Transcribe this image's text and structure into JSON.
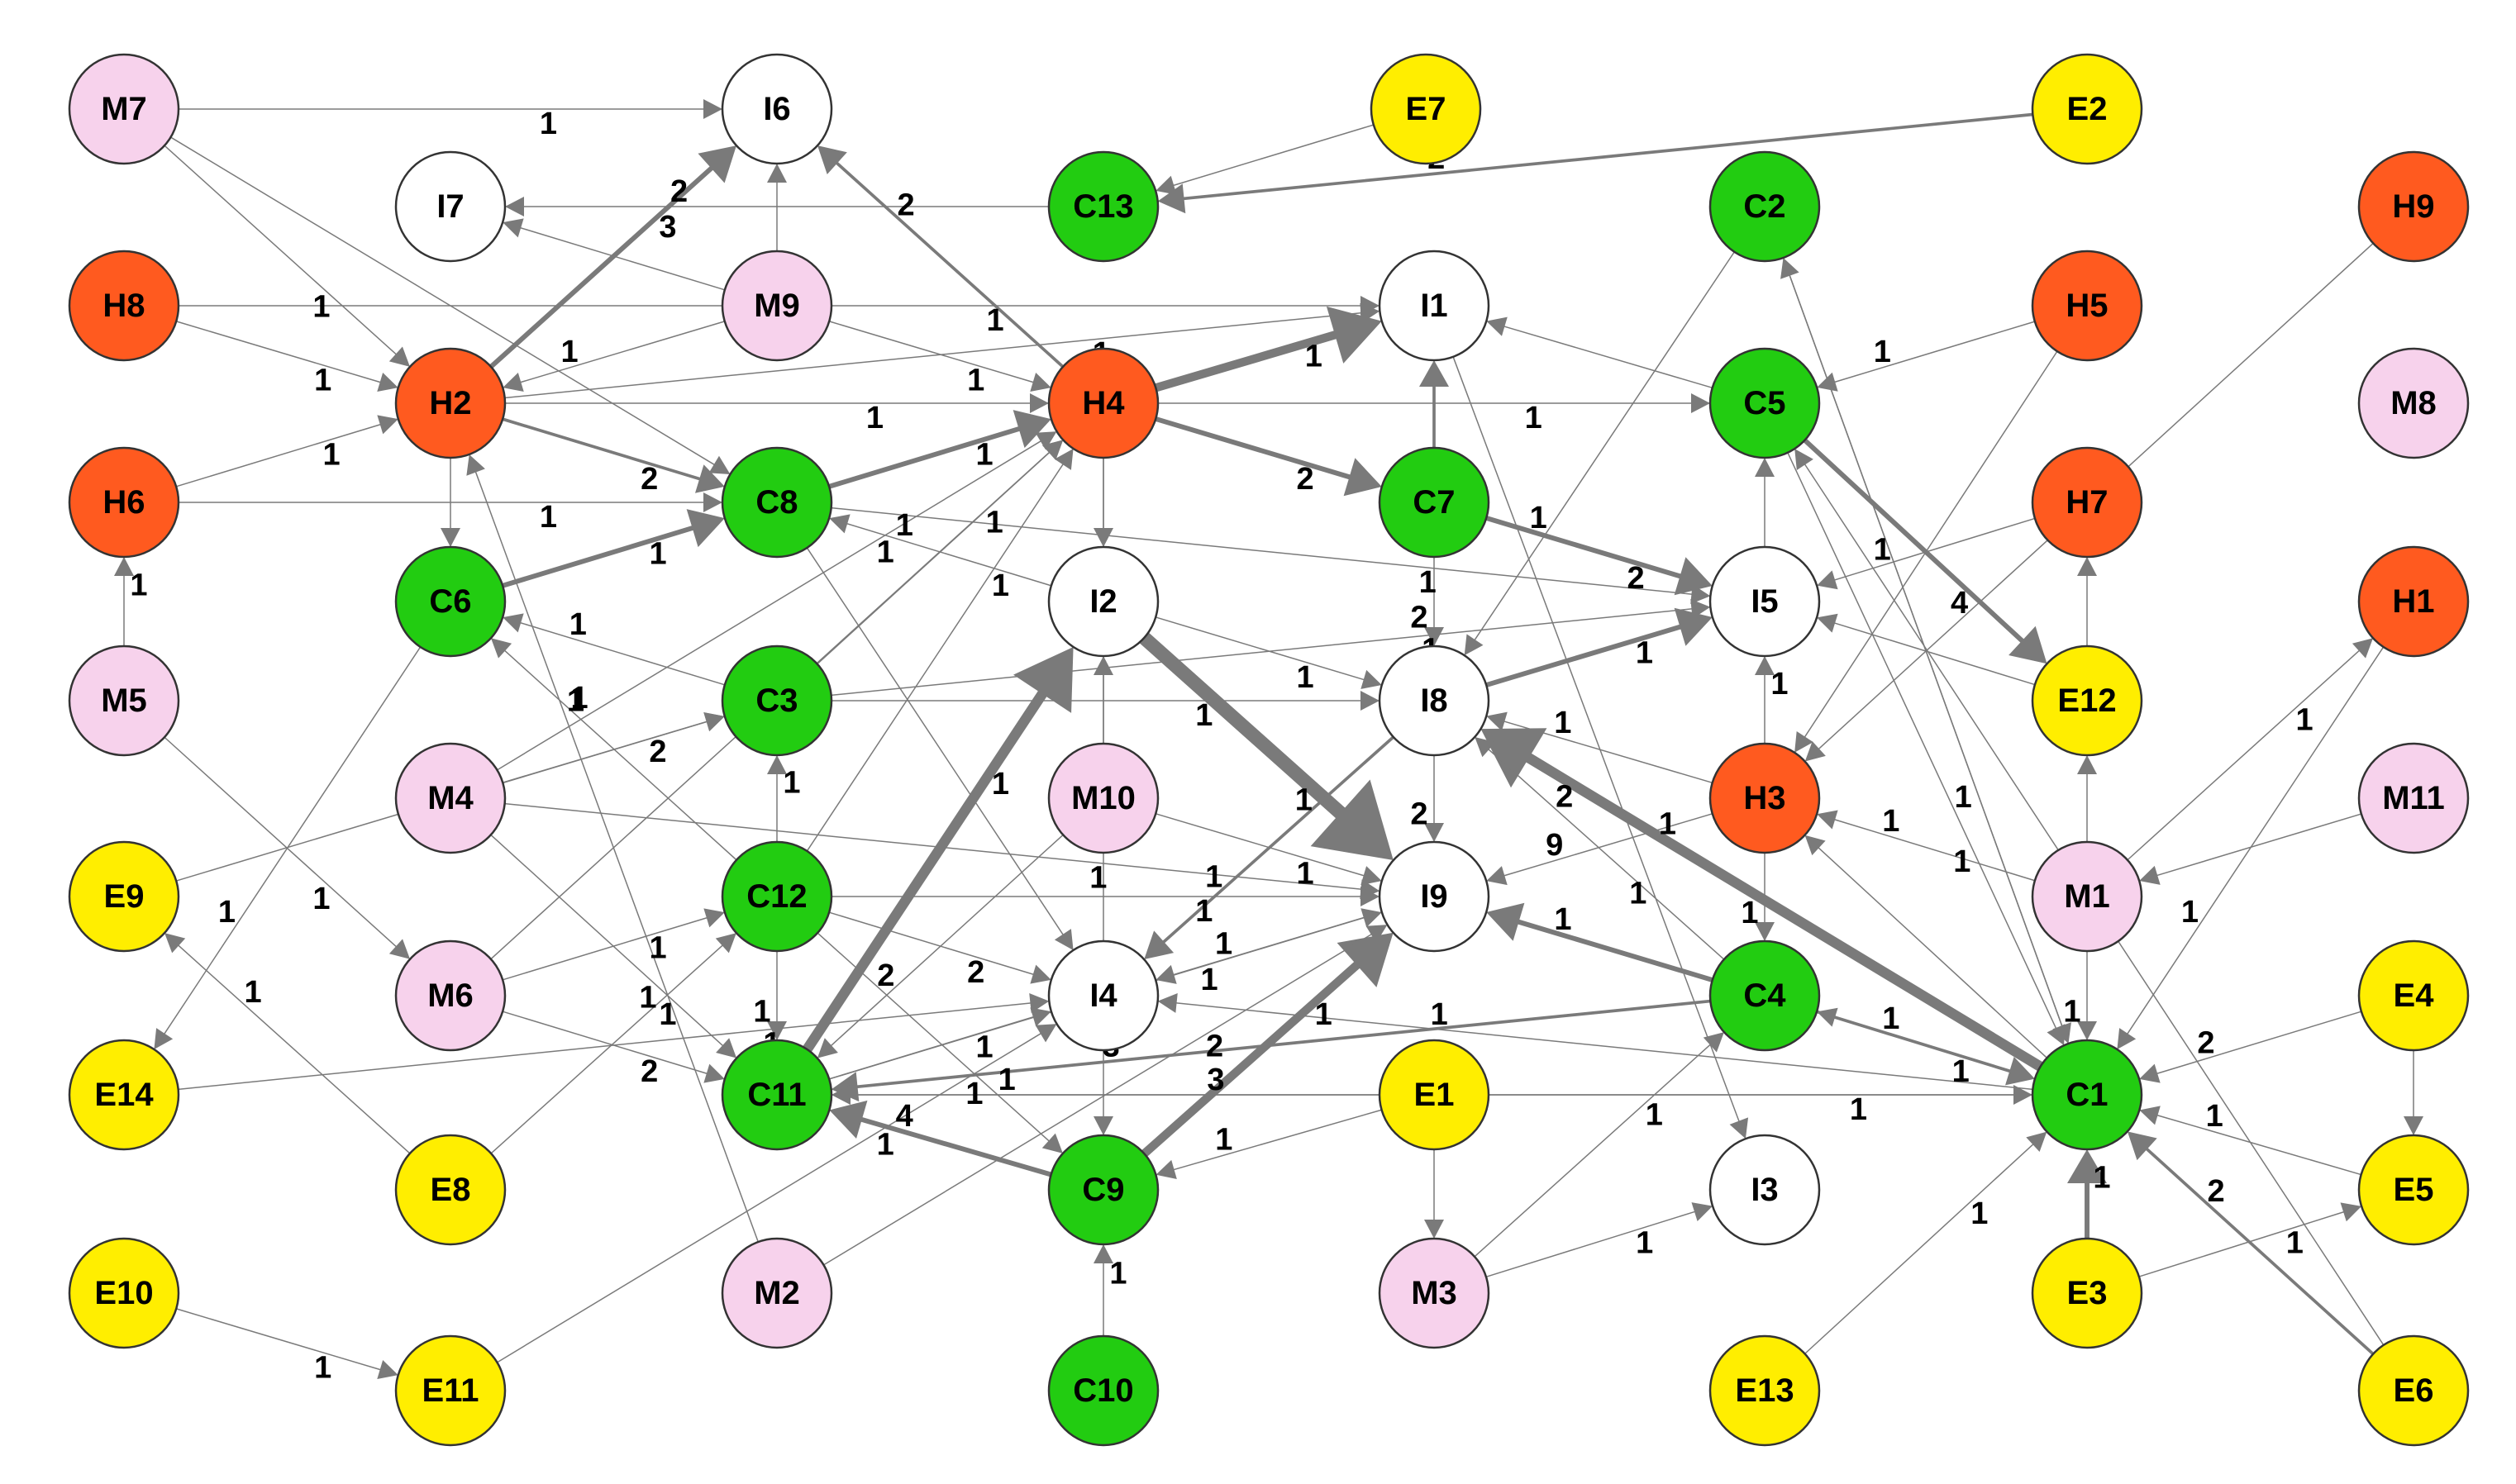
{
  "colors": {
    "C": "#22cc11",
    "H": "#ff5a1f",
    "E": "#ffee00",
    "M": "#f7d2ec",
    "I": "#ffffff",
    "edge": "#7a7a7a",
    "node_stroke": "#333333"
  },
  "nodes": [
    {
      "id": "M7",
      "group": "M"
    },
    {
      "id": "I6",
      "group": "I"
    },
    {
      "id": "E7",
      "group": "E"
    },
    {
      "id": "E2",
      "group": "E"
    },
    {
      "id": "I7",
      "group": "I"
    },
    {
      "id": "C13",
      "group": "C"
    },
    {
      "id": "C2",
      "group": "C"
    },
    {
      "id": "H9",
      "group": "H"
    },
    {
      "id": "H8",
      "group": "H"
    },
    {
      "id": "M9",
      "group": "M"
    },
    {
      "id": "I1",
      "group": "I"
    },
    {
      "id": "H5",
      "group": "H"
    },
    {
      "id": "H2",
      "group": "H"
    },
    {
      "id": "H4",
      "group": "H"
    },
    {
      "id": "C5",
      "group": "C"
    },
    {
      "id": "M8",
      "group": "M"
    },
    {
      "id": "H6",
      "group": "H"
    },
    {
      "id": "C8",
      "group": "C"
    },
    {
      "id": "C7",
      "group": "C"
    },
    {
      "id": "H7",
      "group": "H"
    },
    {
      "id": "C6",
      "group": "C"
    },
    {
      "id": "I2",
      "group": "I"
    },
    {
      "id": "I5",
      "group": "I"
    },
    {
      "id": "H1",
      "group": "H"
    },
    {
      "id": "M5",
      "group": "M"
    },
    {
      "id": "C3",
      "group": "C"
    },
    {
      "id": "I8",
      "group": "I"
    },
    {
      "id": "E12",
      "group": "E"
    },
    {
      "id": "M4",
      "group": "M"
    },
    {
      "id": "M10",
      "group": "M"
    },
    {
      "id": "H3",
      "group": "H"
    },
    {
      "id": "M11",
      "group": "M"
    },
    {
      "id": "E9",
      "group": "E"
    },
    {
      "id": "C12",
      "group": "C"
    },
    {
      "id": "I9",
      "group": "I"
    },
    {
      "id": "M1",
      "group": "M"
    },
    {
      "id": "M6",
      "group": "M"
    },
    {
      "id": "I4",
      "group": "I"
    },
    {
      "id": "C4",
      "group": "C"
    },
    {
      "id": "E4",
      "group": "E"
    },
    {
      "id": "E14",
      "group": "E"
    },
    {
      "id": "C11",
      "group": "C"
    },
    {
      "id": "E1",
      "group": "E"
    },
    {
      "id": "C1",
      "group": "C"
    },
    {
      "id": "E8",
      "group": "E"
    },
    {
      "id": "C9",
      "group": "C"
    },
    {
      "id": "I3",
      "group": "I"
    },
    {
      "id": "E5",
      "group": "E"
    },
    {
      "id": "E10",
      "group": "E"
    },
    {
      "id": "M2",
      "group": "M"
    },
    {
      "id": "M3",
      "group": "M"
    },
    {
      "id": "E3",
      "group": "E"
    },
    {
      "id": "E11",
      "group": "E"
    },
    {
      "id": "C10",
      "group": "C"
    },
    {
      "id": "E13",
      "group": "E"
    },
    {
      "id": "E6",
      "group": "E"
    }
  ],
  "edges": [
    {
      "from": "M7",
      "to": "I6",
      "weight": 1,
      "label": "1"
    },
    {
      "from": "M7",
      "to": "H2",
      "weight": 1,
      "label": "1"
    },
    {
      "from": "M7",
      "to": "C8",
      "weight": 1,
      "label": ""
    },
    {
      "from": "E7",
      "to": "C13",
      "weight": 1,
      "label": ""
    },
    {
      "from": "E2",
      "to": "C13",
      "weight": 2,
      "label": "2"
    },
    {
      "from": "C13",
      "to": "I7",
      "weight": 1,
      "label": "2"
    },
    {
      "from": "H2",
      "to": "I6",
      "weight": 3,
      "label": "3"
    },
    {
      "from": "H4",
      "to": "I6",
      "weight": 2,
      "label": "2"
    },
    {
      "from": "M9",
      "to": "I6",
      "weight": 1,
      "label": ""
    },
    {
      "from": "M9",
      "to": "I7",
      "weight": 1,
      "label": ""
    },
    {
      "from": "H8",
      "to": "H2",
      "weight": 1,
      "label": "1"
    },
    {
      "from": "H8",
      "to": "I1",
      "weight": 1,
      "label": "1"
    },
    {
      "from": "M9",
      "to": "H2",
      "weight": 1,
      "label": "1"
    },
    {
      "from": "M9",
      "to": "H4",
      "weight": 1,
      "label": "1"
    },
    {
      "from": "H2",
      "to": "I1",
      "weight": 1,
      "label": "1"
    },
    {
      "from": "H2",
      "to": "H4",
      "weight": 1,
      "label": "1"
    },
    {
      "from": "H2",
      "to": "C8",
      "weight": 2,
      "label": "2"
    },
    {
      "from": "H2",
      "to": "C6",
      "weight": 1,
      "label": ""
    },
    {
      "from": "H6",
      "to": "H2",
      "weight": 1,
      "label": "1"
    },
    {
      "from": "H6",
      "to": "C8",
      "weight": 1,
      "label": "1"
    },
    {
      "from": "M5",
      "to": "H6",
      "weight": 1,
      "label": "1"
    },
    {
      "from": "M5",
      "to": "M6",
      "weight": 1,
      "label": "1"
    },
    {
      "from": "H4",
      "to": "I1",
      "weight": 5,
      "label": "1"
    },
    {
      "from": "H4",
      "to": "C5",
      "weight": 1,
      "label": "1"
    },
    {
      "from": "H4",
      "to": "C7",
      "weight": 3,
      "label": "2"
    },
    {
      "from": "H4",
      "to": "I2",
      "weight": 1,
      "label": ""
    },
    {
      "from": "C8",
      "to": "H4",
      "weight": 3,
      "label": "1"
    },
    {
      "from": "C6",
      "to": "C8",
      "weight": 3,
      "label": "1"
    },
    {
      "from": "C8",
      "to": "I5",
      "weight": 1,
      "label": "1"
    },
    {
      "from": "C8",
      "to": "I4",
      "weight": 1,
      "label": ""
    },
    {
      "from": "I2",
      "to": "C8",
      "weight": 1,
      "label": "1"
    },
    {
      "from": "I2",
      "to": "I8",
      "weight": 1,
      "label": "1"
    },
    {
      "from": "I2",
      "to": "I9",
      "weight": 8,
      "label": "1"
    },
    {
      "from": "C7",
      "to": "I1",
      "weight": 2,
      "label": ""
    },
    {
      "from": "C7",
      "to": "I5",
      "weight": 3,
      "label": "2"
    },
    {
      "from": "C7",
      "to": "I8",
      "weight": 1,
      "label": "2"
    },
    {
      "from": "C2",
      "to": "I8",
      "weight": 1,
      "label": "1"
    },
    {
      "from": "C2",
      "to": "C1",
      "weight": 1,
      "label": "1"
    },
    {
      "from": "H5",
      "to": "C5",
      "weight": 1,
      "label": "1"
    },
    {
      "from": "H5",
      "to": "H3",
      "weight": 1,
      "label": ""
    },
    {
      "from": "H9",
      "to": "H3",
      "weight": 1,
      "label": ""
    },
    {
      "from": "C5",
      "to": "E12",
      "weight": 3,
      "label": "4"
    },
    {
      "from": "C5",
      "to": "I1",
      "weight": 1,
      "label": ""
    },
    {
      "from": "C5",
      "to": "C1",
      "weight": 1,
      "label": "1"
    },
    {
      "from": "I5",
      "to": "C5",
      "weight": 1,
      "label": ""
    },
    {
      "from": "H7",
      "to": "I5",
      "weight": 1,
      "label": "1"
    },
    {
      "from": "E12",
      "to": "H7",
      "weight": 1,
      "label": ""
    },
    {
      "from": "E12",
      "to": "I5",
      "weight": 1,
      "label": ""
    },
    {
      "from": "M1",
      "to": "E12",
      "weight": 1,
      "label": ""
    },
    {
      "from": "M1",
      "to": "H1",
      "weight": 1,
      "label": "1"
    },
    {
      "from": "M11",
      "to": "M1",
      "weight": 1,
      "label": ""
    },
    {
      "from": "M1",
      "to": "H3",
      "weight": 1,
      "label": "1"
    },
    {
      "from": "M1",
      "to": "C1",
      "weight": 1,
      "label": "1"
    },
    {
      "from": "H1",
      "to": "C1",
      "weight": 1,
      "label": "1"
    },
    {
      "from": "C3",
      "to": "I5",
      "weight": 1,
      "label": "1"
    },
    {
      "from": "C3",
      "to": "I8",
      "weight": 1,
      "label": "1"
    },
    {
      "from": "C3",
      "to": "H4",
      "weight": 1,
      "label": "1"
    },
    {
      "from": "C3",
      "to": "C6",
      "weight": 1,
      "label": "1"
    },
    {
      "from": "I8",
      "to": "I5",
      "weight": 3,
      "label": "1"
    },
    {
      "from": "I8",
      "to": "I9",
      "weight": 1,
      "label": "2"
    },
    {
      "from": "I8",
      "to": "I4",
      "weight": 2,
      "label": "1"
    },
    {
      "from": "H3",
      "to": "I8",
      "weight": 1,
      "label": "1"
    },
    {
      "from": "H3",
      "to": "I5",
      "weight": 1,
      "label": "1"
    },
    {
      "from": "H3",
      "to": "I9",
      "weight": 1,
      "label": "9"
    },
    {
      "from": "H3",
      "to": "C4",
      "weight": 1,
      "label": "1"
    },
    {
      "from": "C1",
      "to": "I8",
      "weight": 6,
      "label": "1"
    },
    {
      "from": "C1",
      "to": "C4",
      "weight": 1,
      "label": "1"
    },
    {
      "from": "C4",
      "to": "I9",
      "weight": 3,
      "label": "1"
    },
    {
      "from": "C4",
      "to": "C11",
      "weight": 2,
      "label": "3"
    },
    {
      "from": "C4",
      "to": "I8",
      "weight": 1,
      "label": "2"
    },
    {
      "from": "C4",
      "to": "C1",
      "weight": 2,
      "label": "1"
    },
    {
      "from": "M10",
      "to": "I2",
      "weight": 1,
      "label": ""
    },
    {
      "from": "M10",
      "to": "I9",
      "weight": 1,
      "label": "1"
    },
    {
      "from": "M10",
      "to": "C11",
      "weight": 1,
      "label": "2"
    },
    {
      "from": "M4",
      "to": "C3",
      "weight": 1,
      "label": "2"
    },
    {
      "from": "M4",
      "to": "H4",
      "weight": 1,
      "label": "1"
    },
    {
      "from": "M4",
      "to": "I9",
      "weight": 1,
      "label": "1"
    },
    {
      "from": "M4",
      "to": "C11",
      "weight": 1,
      "label": "1"
    },
    {
      "from": "E9",
      "to": "C3",
      "weight": 1,
      "label": ""
    },
    {
      "from": "C12",
      "to": "C6",
      "weight": 1,
      "label": "1"
    },
    {
      "from": "C12",
      "to": "C3",
      "weight": 1,
      "label": "1"
    },
    {
      "from": "C12",
      "to": "I9",
      "weight": 1,
      "label": "1"
    },
    {
      "from": "C12",
      "to": "C11",
      "weight": 1,
      "label": "1"
    },
    {
      "from": "C12",
      "to": "H4",
      "weight": 1,
      "label": "1"
    },
    {
      "from": "C12",
      "to": "I4",
      "weight": 1,
      "label": "2"
    },
    {
      "from": "C12",
      "to": "C9",
      "weight": 1,
      "label": "1"
    },
    {
      "from": "M6",
      "to": "C12",
      "weight": 1,
      "label": "1"
    },
    {
      "from": "M6",
      "to": "C11",
      "weight": 1,
      "label": "2"
    },
    {
      "from": "M6",
      "to": "H4",
      "weight": 1,
      "label": ""
    },
    {
      "from": "C6",
      "to": "E14",
      "weight": 1,
      "label": "1"
    },
    {
      "from": "E14",
      "to": "I4",
      "weight": 1,
      "label": "1"
    },
    {
      "from": "E8",
      "to": "E9",
      "weight": 1,
      "label": "1"
    },
    {
      "from": "E8",
      "to": "C12",
      "weight": 1,
      "label": "1"
    },
    {
      "from": "C11",
      "to": "I2",
      "weight": 6,
      "label": "1"
    },
    {
      "from": "C11",
      "to": "I9",
      "weight": 1,
      "label": "1"
    },
    {
      "from": "C11",
      "to": "I4",
      "weight": 1,
      "label": "1"
    },
    {
      "from": "C9",
      "to": "C11",
      "weight": 3,
      "label": "4"
    },
    {
      "from": "C9",
      "to": "I9",
      "weight": 5,
      "label": "1"
    },
    {
      "from": "I9",
      "to": "I4",
      "weight": 1,
      "label": "1"
    },
    {
      "from": "E1",
      "to": "C11",
      "weight": 1,
      "label": "1"
    },
    {
      "from": "E1",
      "to": "C1",
      "weight": 1,
      "label": "1"
    },
    {
      "from": "E1",
      "to": "M3",
      "weight": 1,
      "label": ""
    },
    {
      "from": "E1",
      "to": "C9",
      "weight": 1,
      "label": "1"
    },
    {
      "from": "C1",
      "to": "I4",
      "weight": 1,
      "label": "1"
    },
    {
      "from": "C1",
      "to": "C11",
      "weight": 1,
      "label": "3"
    },
    {
      "from": "C1",
      "to": "H3",
      "weight": 1,
      "label": ""
    },
    {
      "from": "C1",
      "to": "C2",
      "weight": 1,
      "label": ""
    },
    {
      "from": "I1",
      "to": "I3",
      "weight": 1,
      "label": "1"
    },
    {
      "from": "M3",
      "to": "I3",
      "weight": 1,
      "label": "1"
    },
    {
      "from": "M3",
      "to": "C4",
      "weight": 1,
      "label": "1"
    },
    {
      "from": "M2",
      "to": "H2",
      "weight": 1,
      "label": "1"
    },
    {
      "from": "M2",
      "to": "I9",
      "weight": 1,
      "label": "2"
    },
    {
      "from": "E11",
      "to": "I4",
      "weight": 1,
      "label": "1"
    },
    {
      "from": "E10",
      "to": "E11",
      "weight": 1,
      "label": "1"
    },
    {
      "from": "C10",
      "to": "C9",
      "weight": 1,
      "label": "1"
    },
    {
      "from": "E3",
      "to": "C1",
      "weight": 3,
      "label": "1"
    },
    {
      "from": "E3",
      "to": "E5",
      "weight": 1,
      "label": "1"
    },
    {
      "from": "E4",
      "to": "C1",
      "weight": 1,
      "label": "2"
    },
    {
      "from": "E4",
      "to": "E5",
      "weight": 1,
      "label": ""
    },
    {
      "from": "E5",
      "to": "C1",
      "weight": 1,
      "label": "1"
    },
    {
      "from": "E6",
      "to": "C1",
      "weight": 2,
      "label": "2"
    },
    {
      "from": "E6",
      "to": "C5",
      "weight": 1,
      "label": ""
    },
    {
      "from": "E13",
      "to": "C1",
      "weight": 1,
      "label": "1"
    },
    {
      "from": "H4",
      "to": "C9",
      "weight": 1,
      "label": ""
    }
  ]
}
